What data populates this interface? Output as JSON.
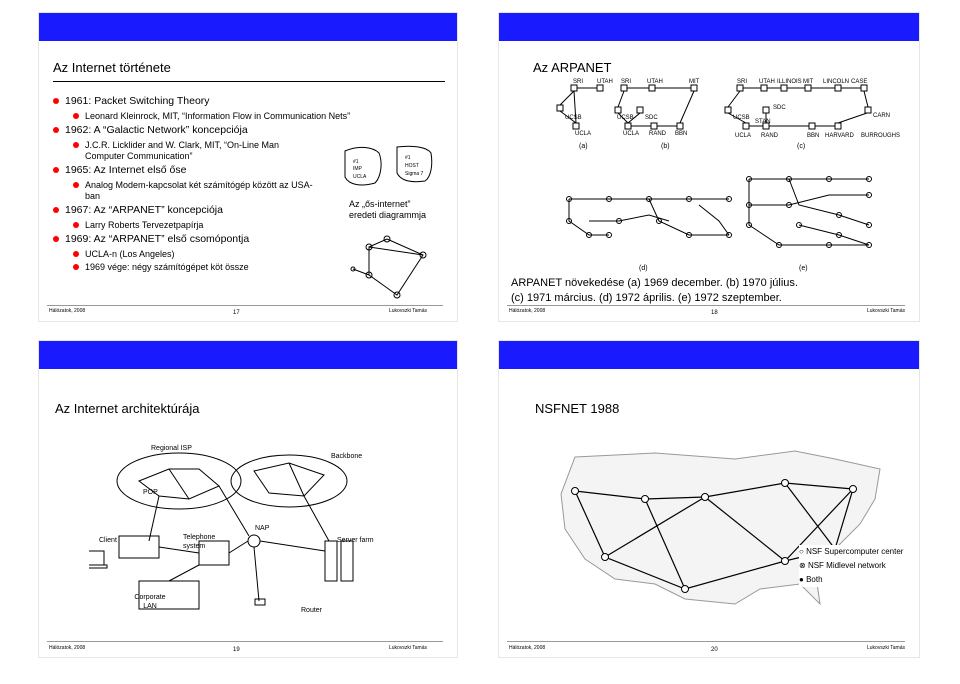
{
  "slide17": {
    "title": "Az Internet története",
    "bullets": [
      {
        "level": 1,
        "text": "1961: Packet Switching Theory"
      },
      {
        "level": 2,
        "text": "Leonard Kleinrock, MIT, “Information Flow in Communication Nets”"
      },
      {
        "level": 1,
        "text": "1962: A “Galactic Network” koncepciója"
      },
      {
        "level": 2,
        "text": "J.C.R. Licklider and W. Clark, MIT, “On-Line Man Computer Communication”"
      },
      {
        "level": 1,
        "text": "1965: Az Internet első őse"
      },
      {
        "level": 2,
        "text": "Analog Modem-kapcsolat két számítógép között az USA-ban"
      },
      {
        "level": 1,
        "text": "1967: Az “ARPANET” koncepciója"
      },
      {
        "level": 2,
        "text": "Larry Roberts Tervezetpapírja"
      },
      {
        "level": 1,
        "text": "1969: Az “ARPANET” első csomópontja"
      },
      {
        "level": 2,
        "text": "UCLA-n (Los Angeles)"
      },
      {
        "level": 2,
        "text": "1969 vége: négy számítógépet köt össze"
      }
    ],
    "figure_caption_line1": "Az „ős-internet”",
    "figure_caption_line2": "eredeti diagrammja",
    "footer_left": "Hálózatok, 2008",
    "page_number": "17",
    "footer_right": "Lukovszki Tamás"
  },
  "slide18": {
    "title": "Az ARPANET",
    "panel_labels": [
      "(a)",
      "(b)",
      "(c)",
      "(d)",
      "(e)"
    ],
    "node_labels_a": [
      "SRI",
      "UTAH",
      "UCSB",
      "UCLA"
    ],
    "node_labels_b": [
      "SRI",
      "UTAH",
      "MIT",
      "UCSB",
      "SDC",
      "UCLA",
      "RAND",
      "BBN"
    ],
    "node_labels_c": [
      "SRI",
      "UTAH",
      "ILLINOIS",
      "MIT",
      "LINCOLN",
      "CASE",
      "UCSB",
      "SDC",
      "STAN",
      "CARN",
      "UCLA",
      "RAND",
      "BBN",
      "HARVARD",
      "BURROUGHS"
    ],
    "caption_line1": "ARPANET növekedése (a) 1969 december.   (b) 1970 július.",
    "caption_line2": "(c) 1971 március.   (d) 1972 április.   (e) 1972 szeptember.",
    "footer_left": "Hálózatok, 2008",
    "page_number": "18",
    "footer_right": "Lukovszki Tamás"
  },
  "slide19": {
    "title": "Az Internet architektúrája",
    "labels": {
      "regional_isp": "Regional ISP",
      "backbone": "Backbone",
      "pop": "POP",
      "nap": "NAP",
      "client": "Client",
      "telephone": "Telephone system",
      "server_farm": "Server farm",
      "corporate_lan": "Corporate LAN",
      "router": "Router"
    },
    "footer_left": "Hálózatok, 2008",
    "page_number": "19",
    "footer_right": "Lukovszki Tamás"
  },
  "slide20": {
    "title": "NSFNET 1988",
    "legend": [
      "NSF Supercomputer center",
      "NSF Midlevel network",
      "Both"
    ],
    "footer_left": "Hálózatok, 2008",
    "page_number": "20",
    "footer_right": "Lukovszki Tamás"
  }
}
